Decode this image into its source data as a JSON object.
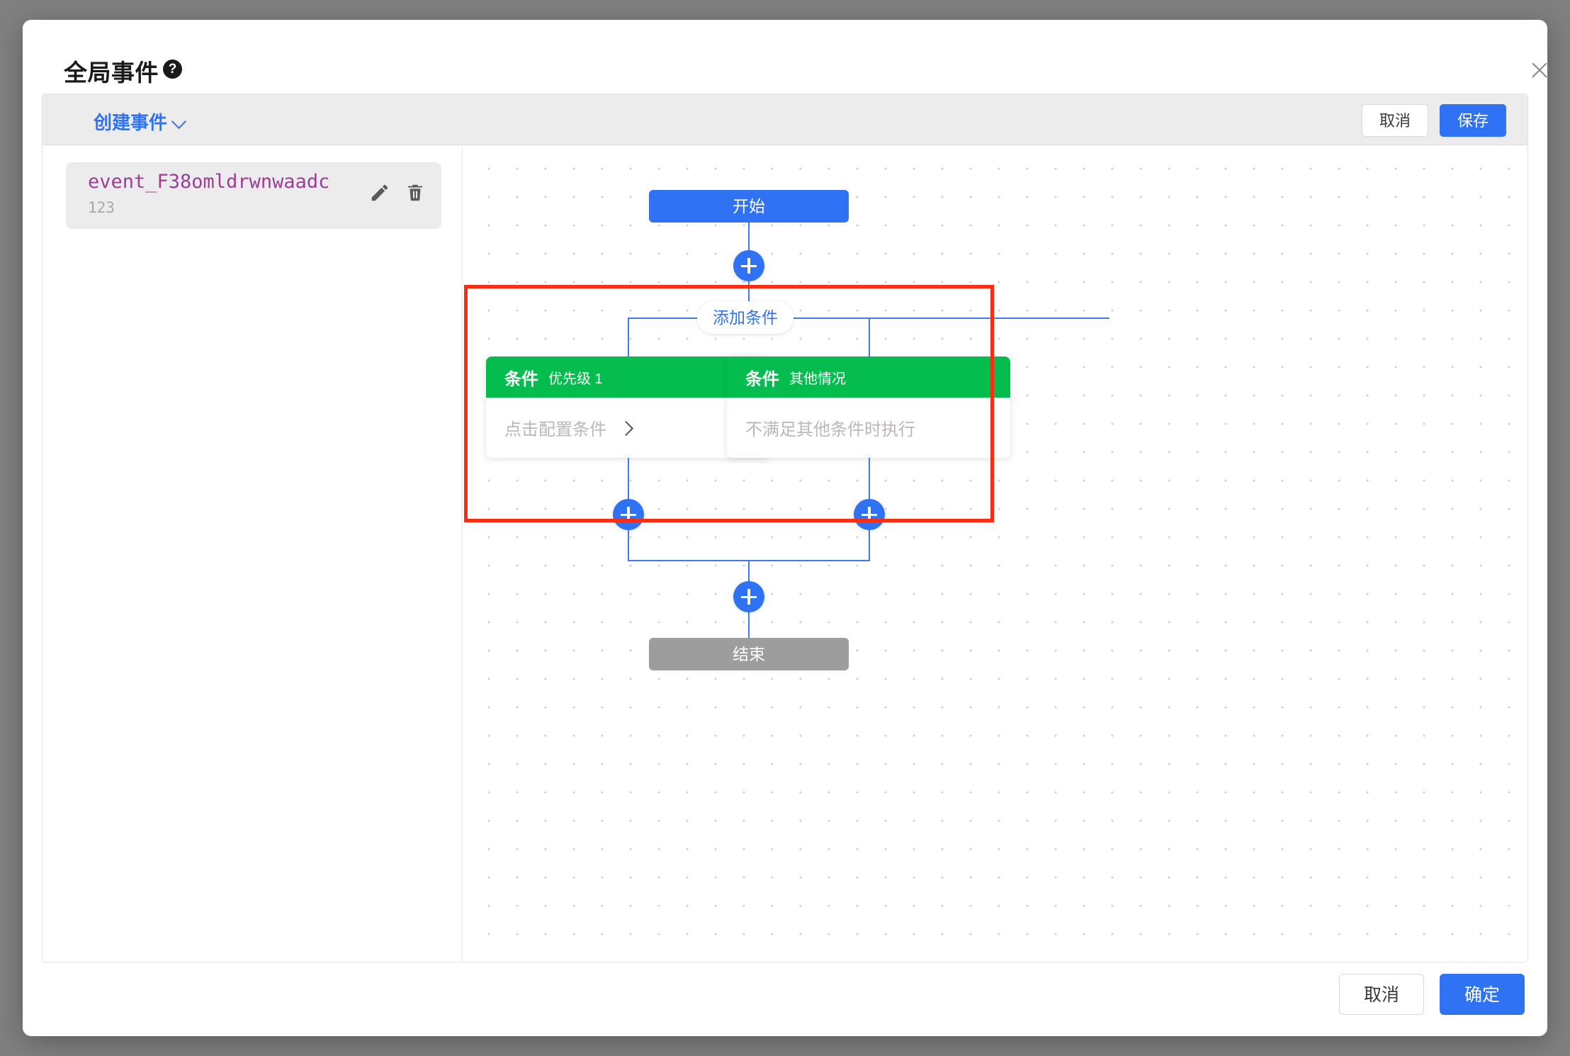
{
  "dialog": {
    "title": "全局事件",
    "help_icon_glyph": "?",
    "close_icon": "close-icon"
  },
  "toolbar": {
    "create_event_label": "创建事件",
    "create_event_icon": "chevron-down-icon",
    "cancel_label": "取消",
    "save_label": "保存"
  },
  "sidebar": {
    "events": [
      {
        "name": "event_F38omldrwnwaadc",
        "description": "123",
        "edit_icon": "pencil-icon",
        "delete_icon": "trash-icon"
      }
    ]
  },
  "flow": {
    "start_label": "开始",
    "end_label": "结束",
    "add_condition_label": "添加条件",
    "plus_icon": "plus-icon",
    "conditions": [
      {
        "title": "条件",
        "subtitle": "优先级 1",
        "body": "点击配置条件",
        "has_chevron": true
      },
      {
        "title": "条件",
        "subtitle": "其他情况",
        "body": "不满足其他条件时执行",
        "has_chevron": false
      }
    ]
  },
  "footer": {
    "cancel_label": "取消",
    "confirm_label": "确定"
  },
  "colors": {
    "primary_blue": "#2f72f4",
    "condition_green": "#04bd4e",
    "end_gray": "#9d9d9d",
    "highlight_red": "#fa2d12",
    "event_name_purple": "#9c3d96"
  }
}
